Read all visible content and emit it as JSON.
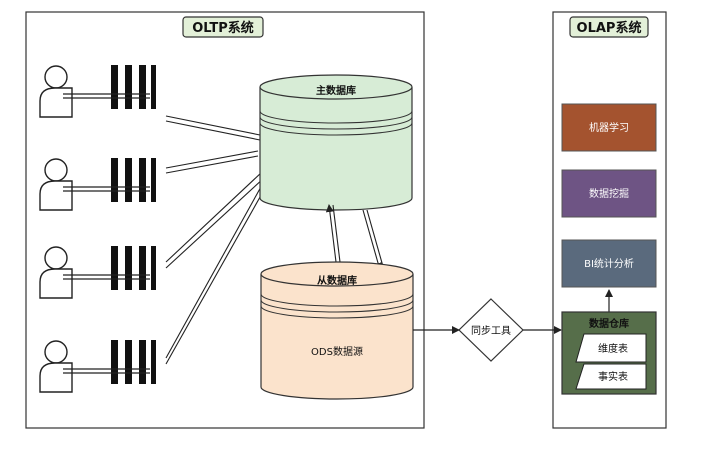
{
  "oltp": {
    "title": "OLTP系统",
    "master_db": "主数据库",
    "slave_db": "从数据库",
    "ods": "ODS数据源"
  },
  "sync_tool": "同步工具",
  "olap": {
    "title": "OLAP系统",
    "ml": "机器学习",
    "mining": "数据挖掘",
    "bi": "BI统计分析",
    "warehouse": "数据仓库",
    "dimension_table": "维度表",
    "fact_table": "事实表"
  },
  "colors": {
    "title_fill": "#e3f0d8",
    "master_db_fill": "#d7ecd6",
    "slave_db_fill": "#fbe3cc",
    "ml_fill": "#a4532f",
    "mining_fill": "#6e5484",
    "bi_fill": "#5a6a7d",
    "warehouse_fill": "#566e4a"
  }
}
